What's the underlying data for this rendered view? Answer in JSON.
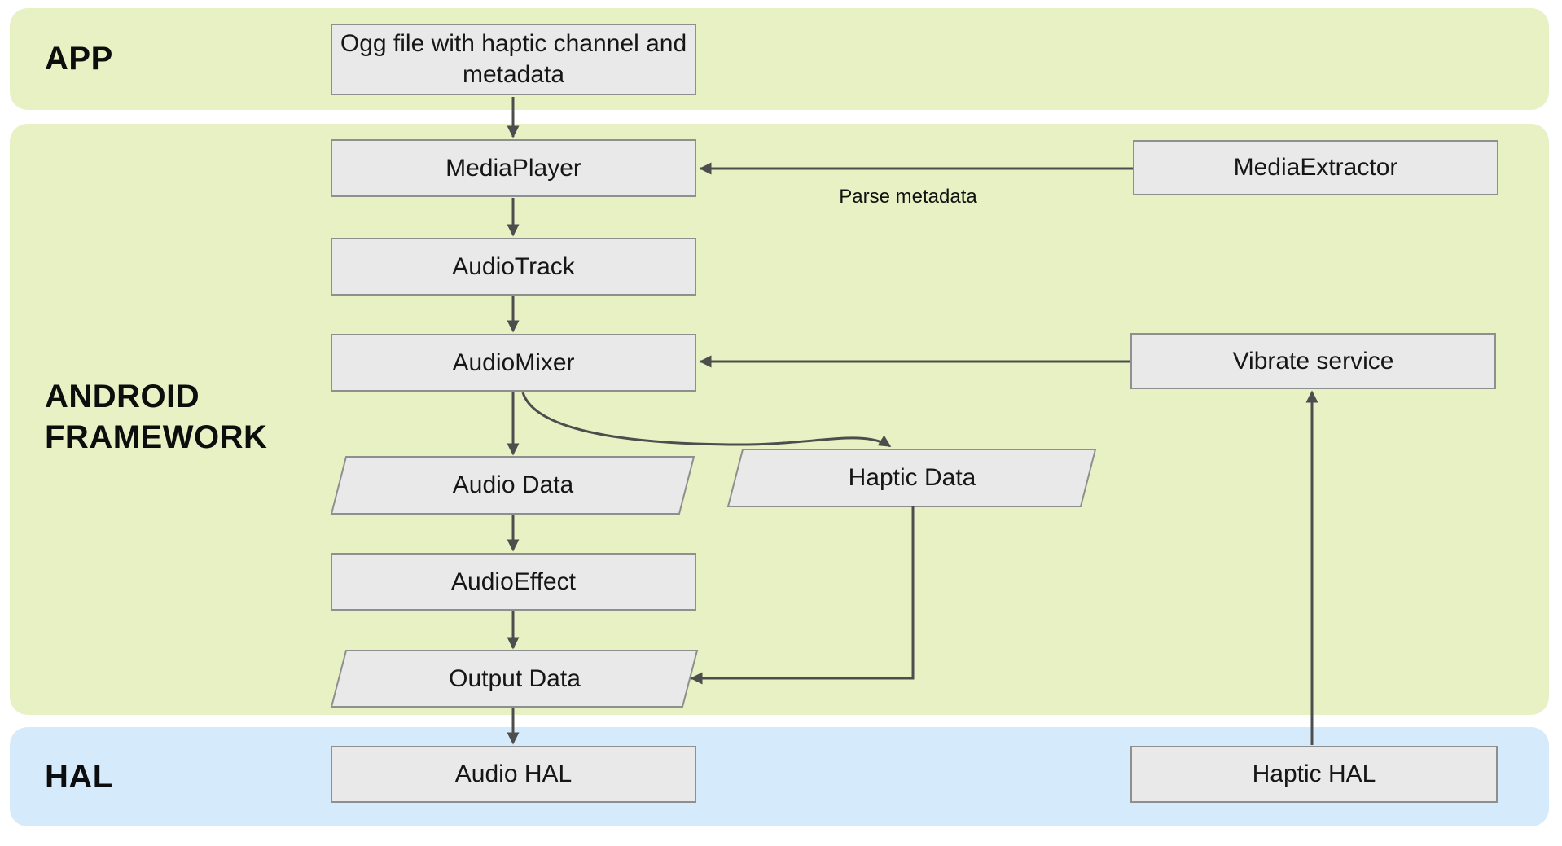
{
  "bands": {
    "app": {
      "label": "APP"
    },
    "framework": {
      "label": "ANDROID FRAMEWORK"
    },
    "hal": {
      "label": "HAL"
    }
  },
  "nodes": {
    "ogg_file": {
      "label": "Ogg file with haptic channel and metadata",
      "shape": "rect",
      "band": "app"
    },
    "media_player": {
      "label": "MediaPlayer",
      "shape": "rect",
      "band": "framework"
    },
    "audio_track": {
      "label": "AudioTrack",
      "shape": "rect",
      "band": "framework"
    },
    "audio_mixer": {
      "label": "AudioMixer",
      "shape": "rect",
      "band": "framework"
    },
    "audio_data": {
      "label": "Audio Data",
      "shape": "parallelogram",
      "band": "framework"
    },
    "haptic_data": {
      "label": "Haptic Data",
      "shape": "parallelogram",
      "band": "framework"
    },
    "audio_effect": {
      "label": "AudioEffect",
      "shape": "rect",
      "band": "framework"
    },
    "output_data": {
      "label": "Output Data",
      "shape": "parallelogram",
      "band": "framework"
    },
    "media_extractor": {
      "label": "MediaExtractor",
      "shape": "rect",
      "band": "framework"
    },
    "vibrate_service": {
      "label": "Vibrate service",
      "shape": "rect",
      "band": "framework"
    },
    "audio_hal": {
      "label": "Audio HAL",
      "shape": "rect",
      "band": "hal"
    },
    "haptic_hal": {
      "label": "Haptic HAL",
      "shape": "rect",
      "band": "hal"
    }
  },
  "edges": {
    "parse_metadata": {
      "from": "media_extractor",
      "to": "media_player",
      "label": "Parse metadata"
    },
    "connections": [
      {
        "from": "ogg_file",
        "to": "media_player"
      },
      {
        "from": "media_extractor",
        "to": "media_player"
      },
      {
        "from": "media_player",
        "to": "audio_track"
      },
      {
        "from": "audio_track",
        "to": "audio_mixer"
      },
      {
        "from": "vibrate_service",
        "to": "audio_mixer"
      },
      {
        "from": "audio_mixer",
        "to": "audio_data"
      },
      {
        "from": "audio_mixer",
        "to": "haptic_data"
      },
      {
        "from": "audio_data",
        "to": "audio_effect"
      },
      {
        "from": "audio_effect",
        "to": "output_data"
      },
      {
        "from": "haptic_data",
        "to": "output_data"
      },
      {
        "from": "output_data",
        "to": "audio_hal"
      },
      {
        "from": "haptic_hal",
        "to": "vibrate_service"
      }
    ]
  },
  "colors": {
    "band_green": "#e8f1c4",
    "band_blue": "#d5eafb",
    "node_fill": "#e9e9e9",
    "node_border": "#8f8f8f",
    "arrow": "#4d4d4d",
    "ink": "#161616"
  }
}
